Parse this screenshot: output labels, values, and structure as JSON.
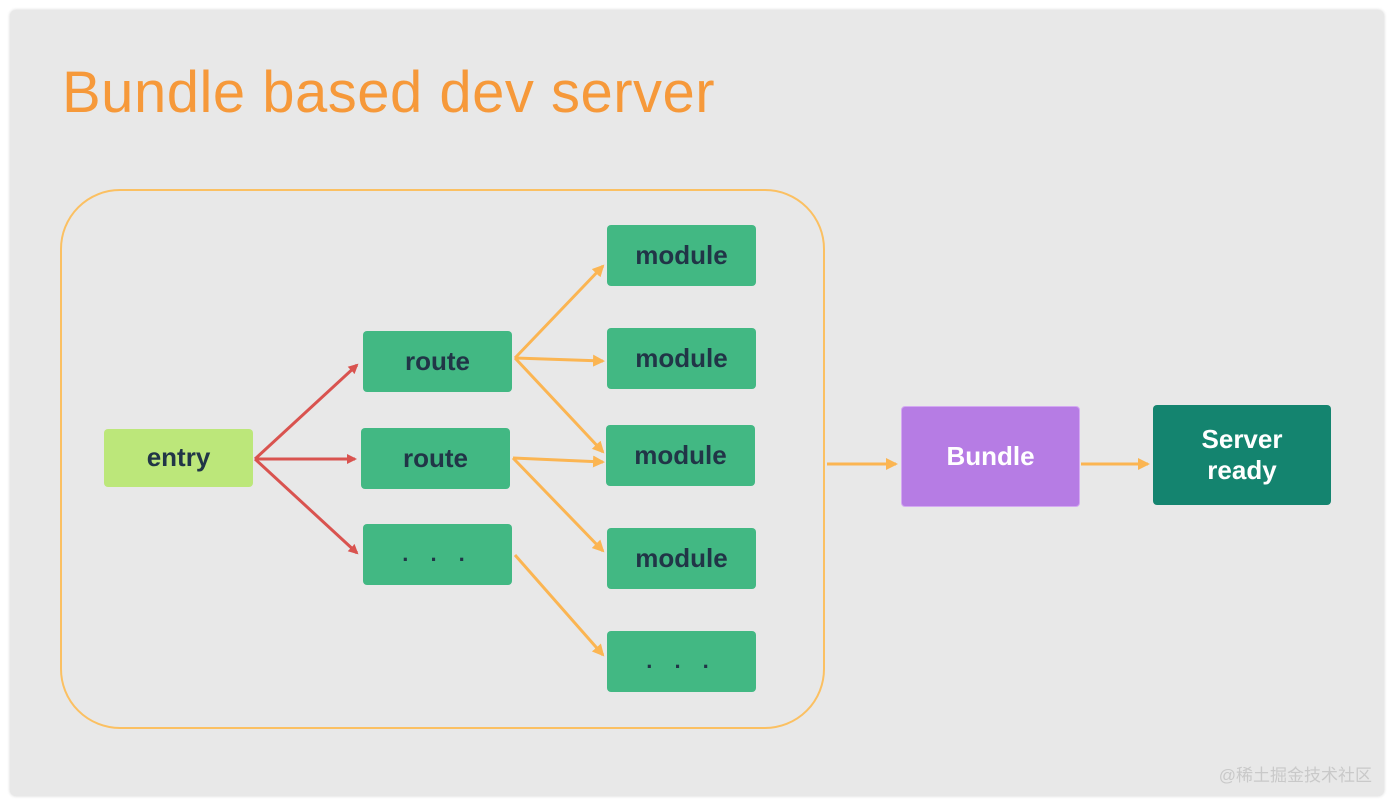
{
  "title": "Bundle based dev server",
  "nodes": {
    "entry": "entry",
    "route_1": "route",
    "route_2": "route",
    "route_3": ". . .",
    "module_1": "module",
    "module_2": "module",
    "module_3": "module",
    "module_4": "module",
    "module_5": ". . .",
    "bundle": "Bundle",
    "server_ready": "Server ready"
  },
  "colors": {
    "title": "#f6993a",
    "group_border": "#fbc062",
    "arrow_red": "#d9534f",
    "arrow_orange": "#fbb552",
    "entry": "#bce77a",
    "route": "#42b883",
    "module": "#42b883",
    "bundle": "#b67ce4",
    "server": "#14846f"
  },
  "watermark": "@稀土掘金技术社区"
}
